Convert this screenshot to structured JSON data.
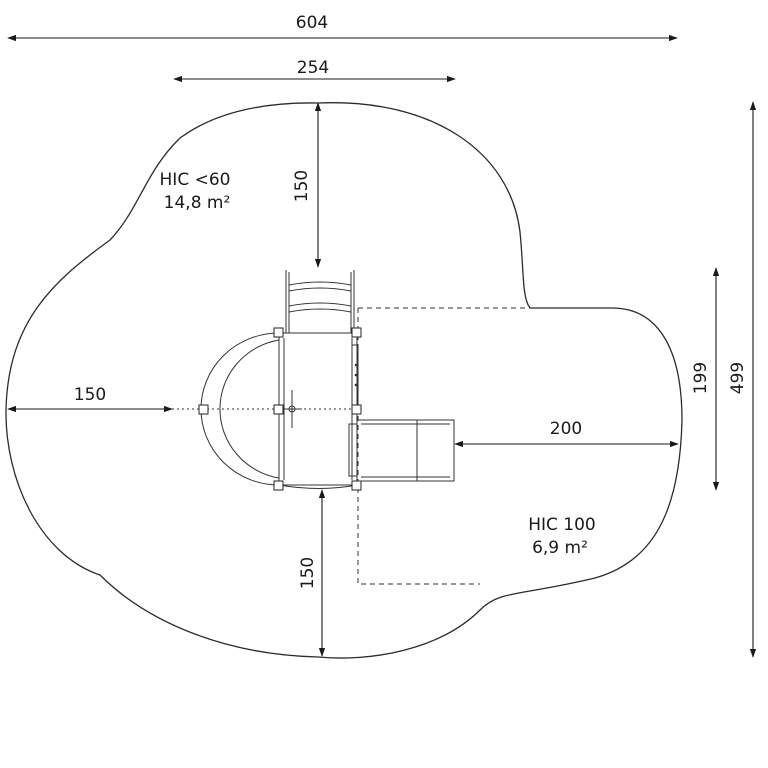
{
  "dimensions": {
    "overall_width": "604",
    "tower_width": "254",
    "top_clearance": "150",
    "left_clearance": "150",
    "bottom_clearance": "150",
    "slide_clearance": "200",
    "right_zone_height": "199",
    "overall_height": "499"
  },
  "zones": {
    "main": {
      "hic": "HIC <60",
      "area": "14,8 m²"
    },
    "slide": {
      "hic": "HIC 100",
      "area": "6,9 m²"
    }
  },
  "colors": {
    "line": "#2b2b2b",
    "background": "#ffffff"
  }
}
